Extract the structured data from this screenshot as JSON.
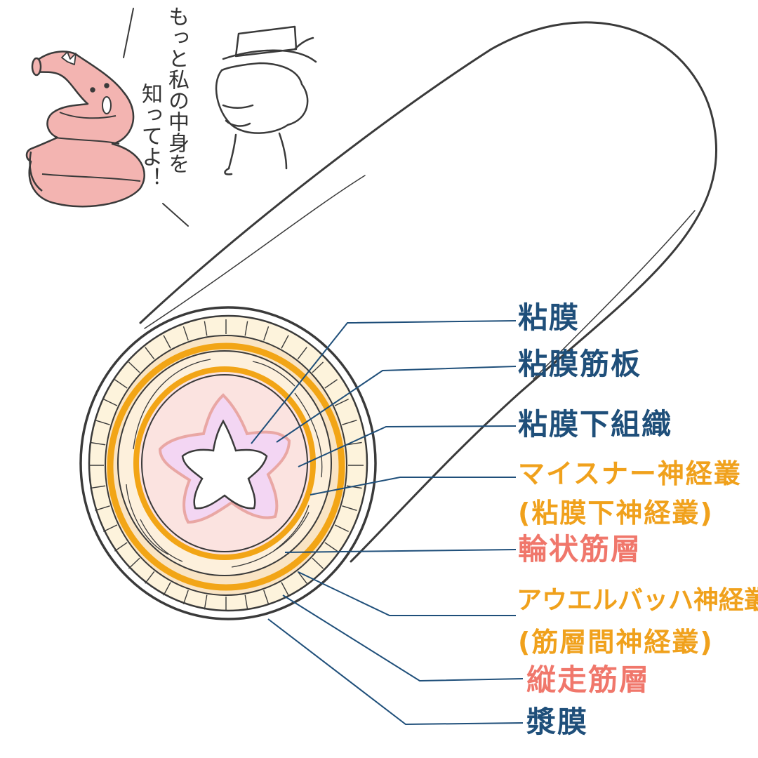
{
  "speech": {
    "lines": [
      "もっと私の中身を",
      "知ってよ！"
    ]
  },
  "labels": [
    {
      "text": "粘膜",
      "color": "navy"
    },
    {
      "text": "粘膜筋板",
      "color": "navy"
    },
    {
      "text": "粘膜下組織",
      "color": "navy"
    },
    {
      "text": "マイスナー神経叢",
      "color": "orange"
    },
    {
      "text": "(粘膜下神経叢)",
      "color": "orange"
    },
    {
      "text": "輪状筋層",
      "color": "salmon"
    },
    {
      "text": "アウエルバッハ神経叢",
      "color": "orange"
    },
    {
      "text": "(筋層間神経叢)",
      "color": "orange"
    },
    {
      "text": "縦走筋層",
      "color": "salmon"
    },
    {
      "text": "漿膜",
      "color": "navy"
    }
  ],
  "colors": {
    "outline": "#3a3a3a",
    "serosa_fill": "#fdf3dc",
    "muscle_fill": "#f9e4c4",
    "plexus_orange": "#f2a516",
    "submucosa_fill": "#fbe3e0",
    "mucosa_fill": "#f3d6f3",
    "mucosa_edge": "#e9a7a4",
    "intestine_pink": "#f3b4b1",
    "leader_navy": "#1f4f7a"
  }
}
